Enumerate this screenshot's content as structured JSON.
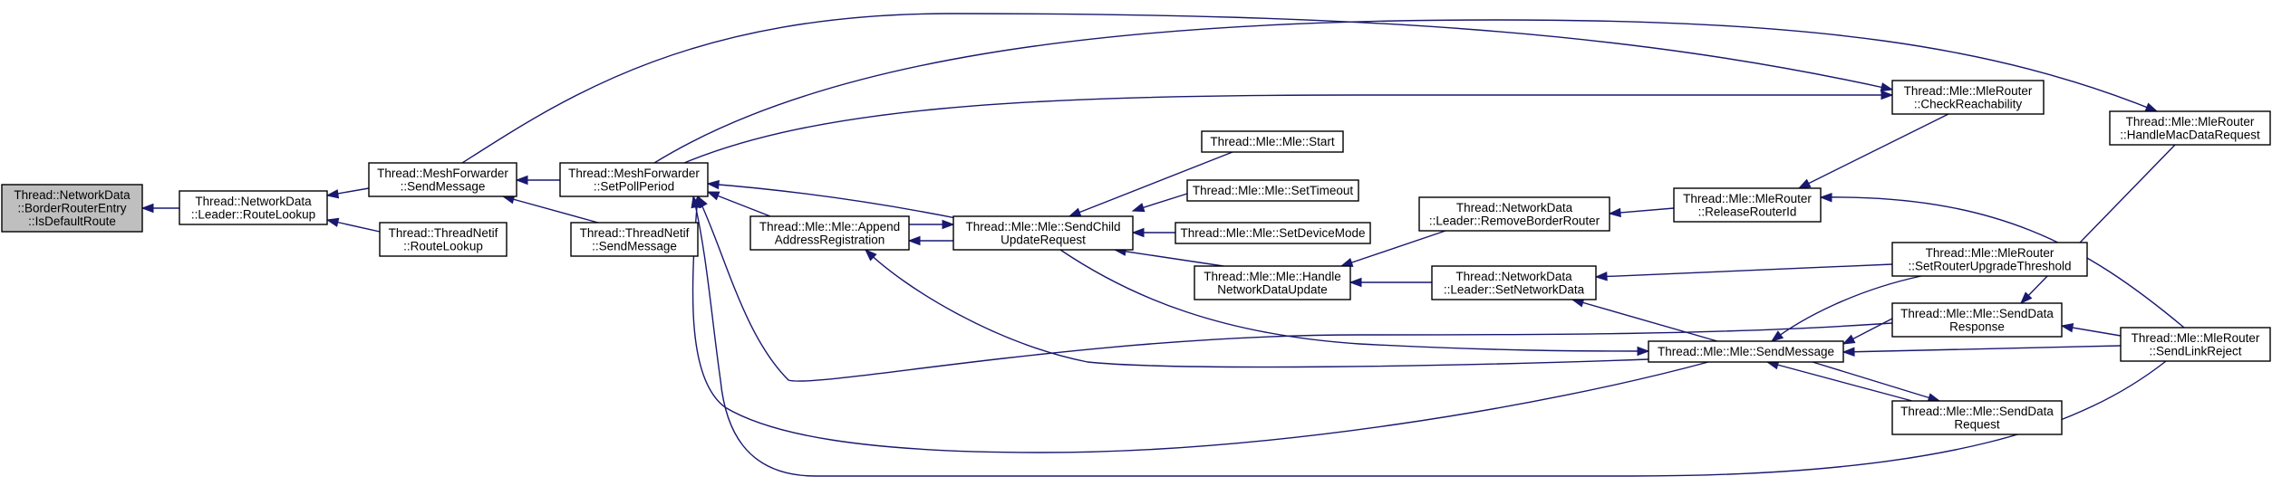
{
  "graph": {
    "root": "n_isdefault",
    "nodes": [
      {
        "id": "n_isdefault",
        "lines": [
          "Thread::NetworkData",
          "::BorderRouterEntry",
          "::IsDefaultRoute"
        ]
      },
      {
        "id": "n_leader_routelookup",
        "lines": [
          "Thread::NetworkData",
          "::Leader::RouteLookup"
        ]
      },
      {
        "id": "n_meshfwd_sendmessage",
        "lines": [
          "Thread::MeshForwarder",
          "::SendMessage"
        ]
      },
      {
        "id": "n_threadnetif_routelookup",
        "lines": [
          "Thread::ThreadNetif",
          "::RouteLookup"
        ]
      },
      {
        "id": "n_meshfwd_setpollperiod",
        "lines": [
          "Thread::MeshForwarder",
          "::SetPollPeriod"
        ]
      },
      {
        "id": "n_threadnetif_sendmessage",
        "lines": [
          "Thread::ThreadNetif",
          "::SendMessage"
        ]
      },
      {
        "id": "n_mle_append",
        "lines": [
          "Thread::Mle::Mle::Append",
          "AddressRegistration"
        ]
      },
      {
        "id": "n_mle_sendchild",
        "lines": [
          "Thread::Mle::Mle::SendChild",
          "UpdateRequest"
        ]
      },
      {
        "id": "n_mle_start",
        "lines": [
          "Thread::Mle::Mle::Start"
        ]
      },
      {
        "id": "n_mle_settimeout",
        "lines": [
          "Thread::Mle::Mle::SetTimeout"
        ]
      },
      {
        "id": "n_mle_setdevicemode",
        "lines": [
          "Thread::Mle::Mle::SetDeviceMode"
        ]
      },
      {
        "id": "n_mle_handlenetdata",
        "lines": [
          "Thread::Mle::Mle::Handle",
          "NetworkDataUpdate"
        ]
      },
      {
        "id": "n_nd_removebr",
        "lines": [
          "Thread::NetworkData",
          "::Leader::RemoveBorderRouter"
        ]
      },
      {
        "id": "n_nd_setnetdata",
        "lines": [
          "Thread::NetworkData",
          "::Leader::SetNetworkData"
        ]
      },
      {
        "id": "n_mle_sendmessage",
        "lines": [
          "Thread::Mle::Mle::SendMessage"
        ]
      },
      {
        "id": "n_mr_releaserouterid",
        "lines": [
          "Thread::Mle::MleRouter",
          "::ReleaseRouterId"
        ]
      },
      {
        "id": "n_mr_checkreach",
        "lines": [
          "Thread::Mle::MleRouter",
          "::CheckReachability"
        ]
      },
      {
        "id": "n_mr_setupgrade",
        "lines": [
          "Thread::Mle::MleRouter",
          "::SetRouterUpgradeThreshold"
        ]
      },
      {
        "id": "n_mle_senddataresp",
        "lines": [
          "Thread::Mle::Mle::SendData",
          "Response"
        ]
      },
      {
        "id": "n_mle_senddatareq",
        "lines": [
          "Thread::Mle::Mle::SendData",
          "Request"
        ]
      },
      {
        "id": "n_mr_handlemac",
        "lines": [
          "Thread::Mle::MleRouter",
          "::HandleMacDataRequest"
        ]
      },
      {
        "id": "n_mr_sendlinkreject",
        "lines": [
          "Thread::Mle::MleRouter",
          "::SendLinkReject"
        ]
      }
    ]
  }
}
